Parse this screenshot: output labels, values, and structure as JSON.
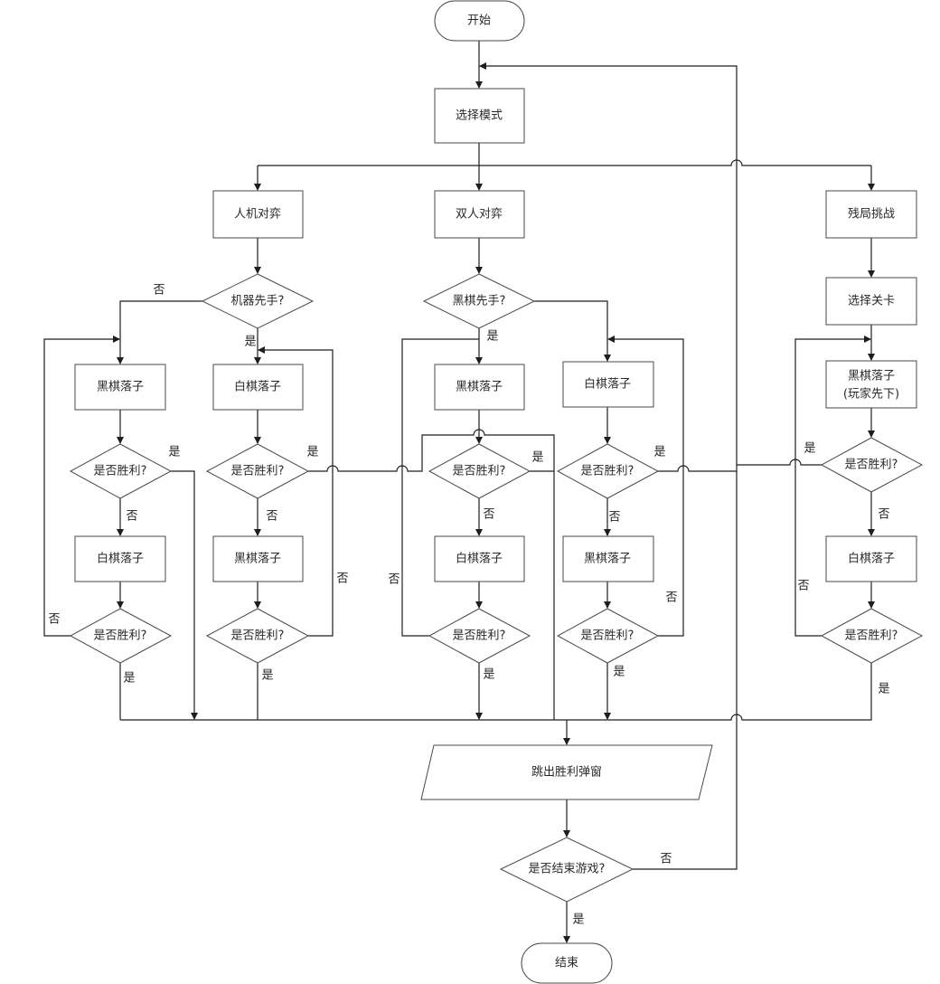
{
  "flowchart": {
    "start": "开始",
    "select_mode": "选择模式",
    "modes": {
      "pve": "人机对弈",
      "pvp": "双人对弈",
      "endgame": "残局挑战"
    },
    "pve_question": "机器先手?",
    "pvp_question": "黑棋先手?",
    "select_level": "选择关卡",
    "columns": [
      {
        "step1": "黑棋落子",
        "check1": "是否胜利?",
        "step2": "白棋落子",
        "check2": "是否胜利?"
      },
      {
        "step1": "白棋落子",
        "check1": "是否胜利?",
        "step2": "黑棋落子",
        "check2": "是否胜利?"
      },
      {
        "step1": "黑棋落子",
        "check1": "是否胜利?",
        "step2": "白棋落子",
        "check2": "是否胜利?"
      },
      {
        "step1": "白棋落子",
        "check1": "是否胜利?",
        "step2": "黑棋落子",
        "check2": "是否胜利?"
      },
      {
        "step1_line1": "黑棋落子",
        "step1_line2": "(玩家先下)",
        "check1": "是否胜利?",
        "step2": "白棋落子",
        "check2": "是否胜利?"
      }
    ],
    "victory_popup": "跳出胜利弹窗",
    "end_question": "是否结束游戏?",
    "end": "结束"
  },
  "edge_labels": {
    "pve_question_no": "否",
    "pve_question_yes": "是",
    "pvp_question_yes": "是",
    "col1_check1_yes": "是",
    "col1_check1_no": "否",
    "col1_check2_no": "否",
    "col1_check2_yes": "是",
    "col2_check1_yes": "是",
    "col2_check1_no": "否",
    "col2_check2_no": "否",
    "col2_check2_yes": "是",
    "col3_check1_yes": "是",
    "col3_check1_no": "否",
    "col3_check2_no": "否",
    "col3_check2_yes": "是",
    "col4_check1_yes": "是",
    "col4_check1_no": "否",
    "col4_check2_no": "否",
    "col4_check2_yes": "是",
    "col5_check1_yes": "是",
    "col5_check1_no": "否",
    "col5_check2_no": "否",
    "col5_check2_yes": "是",
    "end_question_no": "否",
    "end_question_yes": "是"
  }
}
